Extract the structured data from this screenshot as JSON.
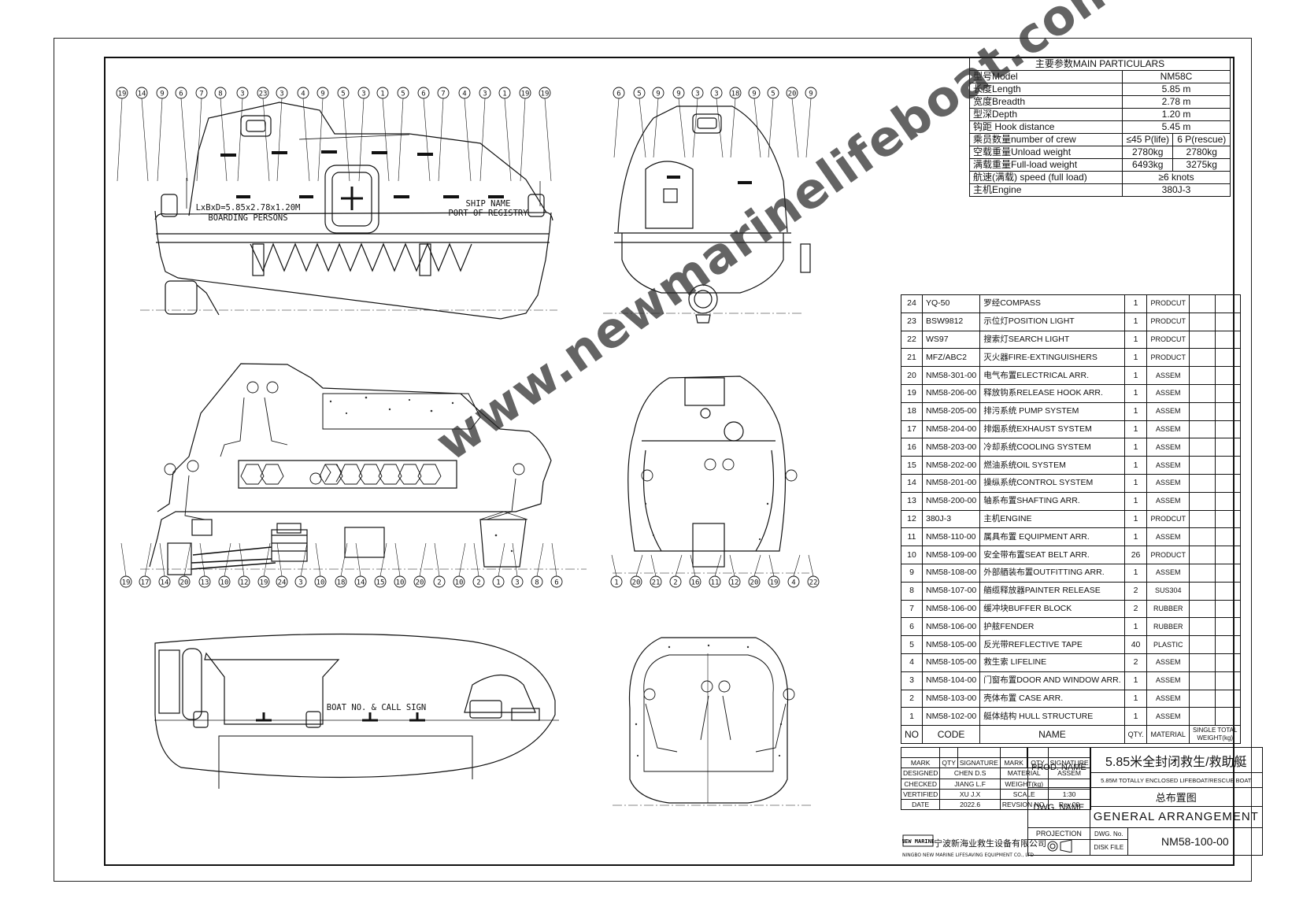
{
  "main_particulars": {
    "title": "主要参数MAIN PARTICULARS",
    "rows": [
      {
        "label": "型号Model",
        "value": "NM58C"
      },
      {
        "label": "长度Length",
        "value": "5.85 m"
      },
      {
        "label": "宽度Breadth",
        "value": "2.78 m"
      },
      {
        "label": "型深Depth",
        "value": "1.20 m"
      },
      {
        "label": "钩距 Hook distance",
        "value": "5.45 m"
      },
      {
        "label": "乘员数量number of crew",
        "value": "≤45 P(life)",
        "value2": "6 P(rescue)"
      },
      {
        "label": "空载重量Unload weight",
        "value": "2780kg",
        "value2": "2780kg"
      },
      {
        "label": "满载重量Full-load weight",
        "value": "6493kg",
        "value2": "3275kg"
      },
      {
        "label": "航速(满载) speed (full load)",
        "value": "≥6 knots"
      },
      {
        "label": "主机Engine",
        "value": "380J-3"
      }
    ]
  },
  "parts_list": {
    "rows": [
      {
        "no": "24",
        "code": "YQ-50",
        "name": "罗经COMPASS",
        "qty": "1",
        "material": "PRODCUT"
      },
      {
        "no": "23",
        "code": "BSW9812",
        "name": "示位灯POSITION LIGHT",
        "qty": "1",
        "material": "PRODCUT"
      },
      {
        "no": "22",
        "code": "WS97",
        "name": "搜索灯SEARCH LIGHT",
        "qty": "1",
        "material": "PRODCUT"
      },
      {
        "no": "21",
        "code": "MFZ/ABC2",
        "name": "灭火器FIRE-EXTINGUISHERS",
        "qty": "1",
        "material": "PRODUCT"
      },
      {
        "no": "20",
        "code": "NM58-301-00",
        "name": "电气布置ELECTRICAL ARR.",
        "qty": "1",
        "material": "ASSEM"
      },
      {
        "no": "19",
        "code": "NM58-206-00",
        "name": "释放钩系RELEASE HOOK ARR.",
        "qty": "1",
        "material": "ASSEM"
      },
      {
        "no": "18",
        "code": "NM58-205-00",
        "name": "排污系统 PUMP SYSTEM",
        "qty": "1",
        "material": "ASSEM"
      },
      {
        "no": "17",
        "code": "NM58-204-00",
        "name": "排烟系统EXHAUST SYSTEM",
        "qty": "1",
        "material": "ASSEM"
      },
      {
        "no": "16",
        "code": "NM58-203-00",
        "name": "冷却系统COOLING SYSTEM",
        "qty": "1",
        "material": "ASSEM"
      },
      {
        "no": "15",
        "code": "NM58-202-00",
        "name": "燃油系统OIL SYSTEM",
        "qty": "1",
        "material": "ASSEM"
      },
      {
        "no": "14",
        "code": "NM58-201-00",
        "name": "操纵系统CONTROL SYSTEM",
        "qty": "1",
        "material": "ASSEM"
      },
      {
        "no": "13",
        "code": "NM58-200-00",
        "name": "轴系布置SHAFTING ARR.",
        "qty": "1",
        "material": "ASSEM"
      },
      {
        "no": "12",
        "code": "380J-3",
        "name": "主机ENGINE",
        "qty": "1",
        "material": "PRODCUT"
      },
      {
        "no": "11",
        "code": "NM58-110-00",
        "name": "属具布置 EQUIPMENT ARR.",
        "qty": "1",
        "material": "ASSEM"
      },
      {
        "no": "10",
        "code": "NM58-109-00",
        "name": "安全带布置SEAT BELT ARR.",
        "qty": "26",
        "material": "PRODUCT"
      },
      {
        "no": "9",
        "code": "NM58-108-00",
        "name": "外部舾装布置OUTFITTING ARR.",
        "qty": "1",
        "material": "ASSEM"
      },
      {
        "no": "8",
        "code": "NM58-107-00",
        "name": "艏缆释放器PAINTER RELEASE",
        "qty": "2",
        "material": "SUS304"
      },
      {
        "no": "7",
        "code": "NM58-106-00",
        "name": "缓冲块BUFFER BLOCK",
        "qty": "2",
        "material": "RUBBER"
      },
      {
        "no": "6",
        "code": "NM58-106-00",
        "name": "护舷FENDER",
        "qty": "1",
        "material": "RUBBER"
      },
      {
        "no": "5",
        "code": "NM58-105-00",
        "name": "反光带REFLECTIVE TAPE",
        "qty": "40",
        "material": "PLASTIC"
      },
      {
        "no": "4",
        "code": "NM58-105-00",
        "name": "救生索 LIFELINE",
        "qty": "2",
        "material": "ASSEM"
      },
      {
        "no": "3",
        "code": "NM58-104-00",
        "name": "门窗布置DOOR AND WINDOW ARR.",
        "qty": "1",
        "material": "ASSEM"
      },
      {
        "no": "2",
        "code": "NM58-103-00",
        "name": "壳体布置 CASE ARR.",
        "qty": "1",
        "material": "ASSEM"
      },
      {
        "no": "1",
        "code": "NM58-102-00",
        "name": "艇体结构 HULL STRUCTURE",
        "qty": "1",
        "material": "ASSEM"
      }
    ],
    "header": {
      "no": "NO",
      "code": "CODE",
      "name": "NAME",
      "qty": "QTY.",
      "material": "MATERIAL",
      "single": "SINGLE",
      "total": "TOTAL",
      "weight": "WEIGHT(kg)"
    }
  },
  "revision_block": {
    "head": [
      "MARK",
      "QTY",
      "SIGNATURE",
      "MARK",
      "QTY",
      "SIGNATURE"
    ],
    "designed_label": "DESIGNED",
    "designed_by": "CHEN D.S",
    "checked_label": "CHECKED",
    "checked_by": "JIANG L.F",
    "verified_label": "VERTIFIED",
    "verified_by": "XU J.X",
    "date_label": "DATE",
    "date": "2022.6",
    "material_label": "MATERIAL",
    "material": "ASSEM",
    "weight_label": "WEIGHT(kg)",
    "scale_label": "SCALE",
    "scale": "1:30",
    "revision_label": "REVSION NO.",
    "revision": "Rev.00"
  },
  "title_block": {
    "prod_name_label": "PROD. NAME",
    "prod_name_cn": "5.85米全封闭救生/救助艇",
    "prod_name_en": "5.85M TOTALLY ENCLOSED LIFEBOAT/RESCUE BOAT",
    "dwg_name_label": "DWG. NAME",
    "dwg_name_cn": "总布置图",
    "dwg_name_en": "GENERAL ARRANGEMENT",
    "projection_label": "PROJECTION",
    "dwg_no_label": "DWG. No.",
    "dwg_no": "NM58-100-00",
    "disk_file_label": "DISK FILE"
  },
  "company": {
    "name_cn": "宁波新海业救生设备有限公司",
    "name_en": "NINGBO NEW MARINE LIFESAVING EQUIPMENT CO., LTD",
    "logo_text": "NEW MARINE"
  },
  "drawing_labels": {
    "dimensions": "LxBxD=5.85x2.78x1.20M",
    "boarding": "BOARDING PERSONS",
    "ship_name": "SHIP NAME",
    "port": "PORT OF REGISTRY",
    "boat_no": "BOAT NO. & CALL SIGN"
  },
  "callouts": {
    "side_top": [
      "19",
      "14",
      "9",
      "6",
      "7",
      "8",
      "3",
      "23",
      "3",
      "4",
      "9",
      "5",
      "3",
      "1",
      "5",
      "6",
      "7",
      "4",
      "3",
      "1",
      "19",
      "19"
    ],
    "end_top": [
      "6",
      "5",
      "9",
      "9",
      "3",
      "3",
      "18",
      "9",
      "5",
      "20",
      "9"
    ],
    "side_bottom": [
      "19",
      "17",
      "14",
      "20",
      "13",
      "10",
      "12",
      "19",
      "24",
      "3",
      "10",
      "18",
      "14",
      "15",
      "10",
      "20",
      "2",
      "10",
      "2",
      "1",
      "3",
      "8",
      "6"
    ],
    "end_bottom": [
      "1",
      "20",
      "21",
      "2",
      "16",
      "11",
      "12",
      "20",
      "19",
      "4",
      "22"
    ]
  },
  "watermark": "www.newmarinelifeboat.com"
}
